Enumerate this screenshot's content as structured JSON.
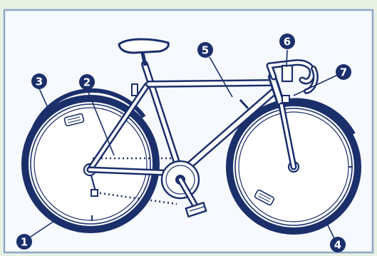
{
  "diagram": {
    "callouts": [
      {
        "id": "callout-1",
        "label": "1"
      },
      {
        "id": "callout-2",
        "label": "2"
      },
      {
        "id": "callout-3",
        "label": "3"
      },
      {
        "id": "callout-4",
        "label": "4"
      },
      {
        "id": "callout-5",
        "label": "5"
      },
      {
        "id": "callout-6",
        "label": "6"
      },
      {
        "id": "callout-7",
        "label": "7"
      }
    ],
    "colors": {
      "ink": "#1b2f6b",
      "panel": "#f6f9fd",
      "frame_bg": "#e9f1e4",
      "border": "#8fa6c7"
    }
  }
}
